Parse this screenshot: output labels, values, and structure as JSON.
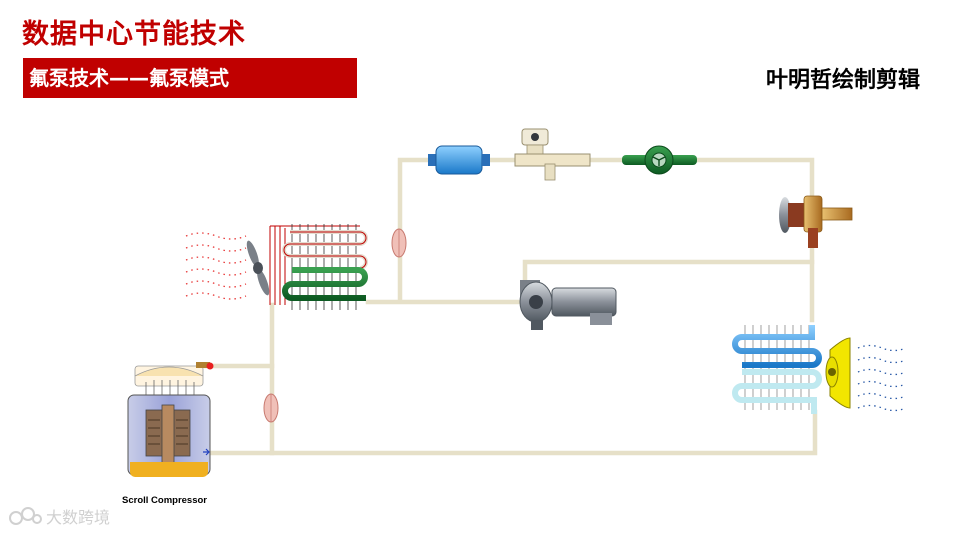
{
  "header": {
    "title": "数据中心节能技术",
    "subtitle": "氟泵技术——氟泵模式",
    "author": "叶明哲绘制剪辑"
  },
  "diagram": {
    "compressor_label": "Scroll Compressor",
    "pipe_color": "#e6e0c8",
    "components": [
      "condenser",
      "fan-icon",
      "sight-glass",
      "drier-filter",
      "solenoid-valve",
      "flow-indicator",
      "expansion-valve",
      "fluorine-pump",
      "evaporator",
      "evaporator-fan",
      "scroll-compressor"
    ]
  },
  "watermark": {
    "text": "大数跨境",
    "logo": "logo-icon"
  }
}
